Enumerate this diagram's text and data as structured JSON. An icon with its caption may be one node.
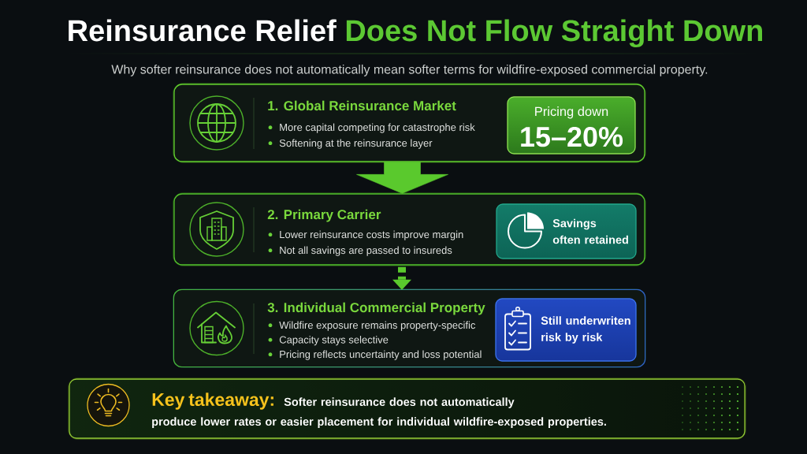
{
  "diagram": {
    "title": "Reinsurance Relief Does Not Flow Straight Down",
    "nodes": [
      {
        "text": [
          "1. Global Reinsurance Market",
          "More capital competing for catastrophe risk",
          "Softening at the reinsurance layer"
        ]
      },
      {
        "text": [
          "Pricing down",
          "15–20%"
        ],
        "in": 0
      },
      {
        "text": [
          "2. Primary Carrier",
          "Lower reinsurance costs improve margin",
          "Not all savings are passed to insureds"
        ]
      },
      {
        "text": [
          "Savings often retained"
        ],
        "in": 2
      },
      {
        "text": [
          "3. Individual Commercial Property",
          "Wildfire exposure remains property-specific",
          "Capacity stays selective",
          "Pricing reflects uncertainty and loss potential"
        ]
      },
      {
        "text": [
          "Still underwriten risk by risk"
        ],
        "in": 4
      },
      {
        "text": [
          "Key takeaway:",
          "Softer reinsurance does not automatically produce lower rates or easier placement for individual wildfire-exposed properties."
        ]
      }
    ],
    "edges": [
      {
        "from": 0,
        "to": 2,
        "arrow": "to",
        "style": "thick"
      },
      {
        "from": 2,
        "to": 4,
        "arrow": "to",
        "style": "dashed"
      }
    ],
    "labels": [
      "Why softer reinsurance does not automatically mean softer terms for wildfire-exposed commercial property."
    ]
  }
}
